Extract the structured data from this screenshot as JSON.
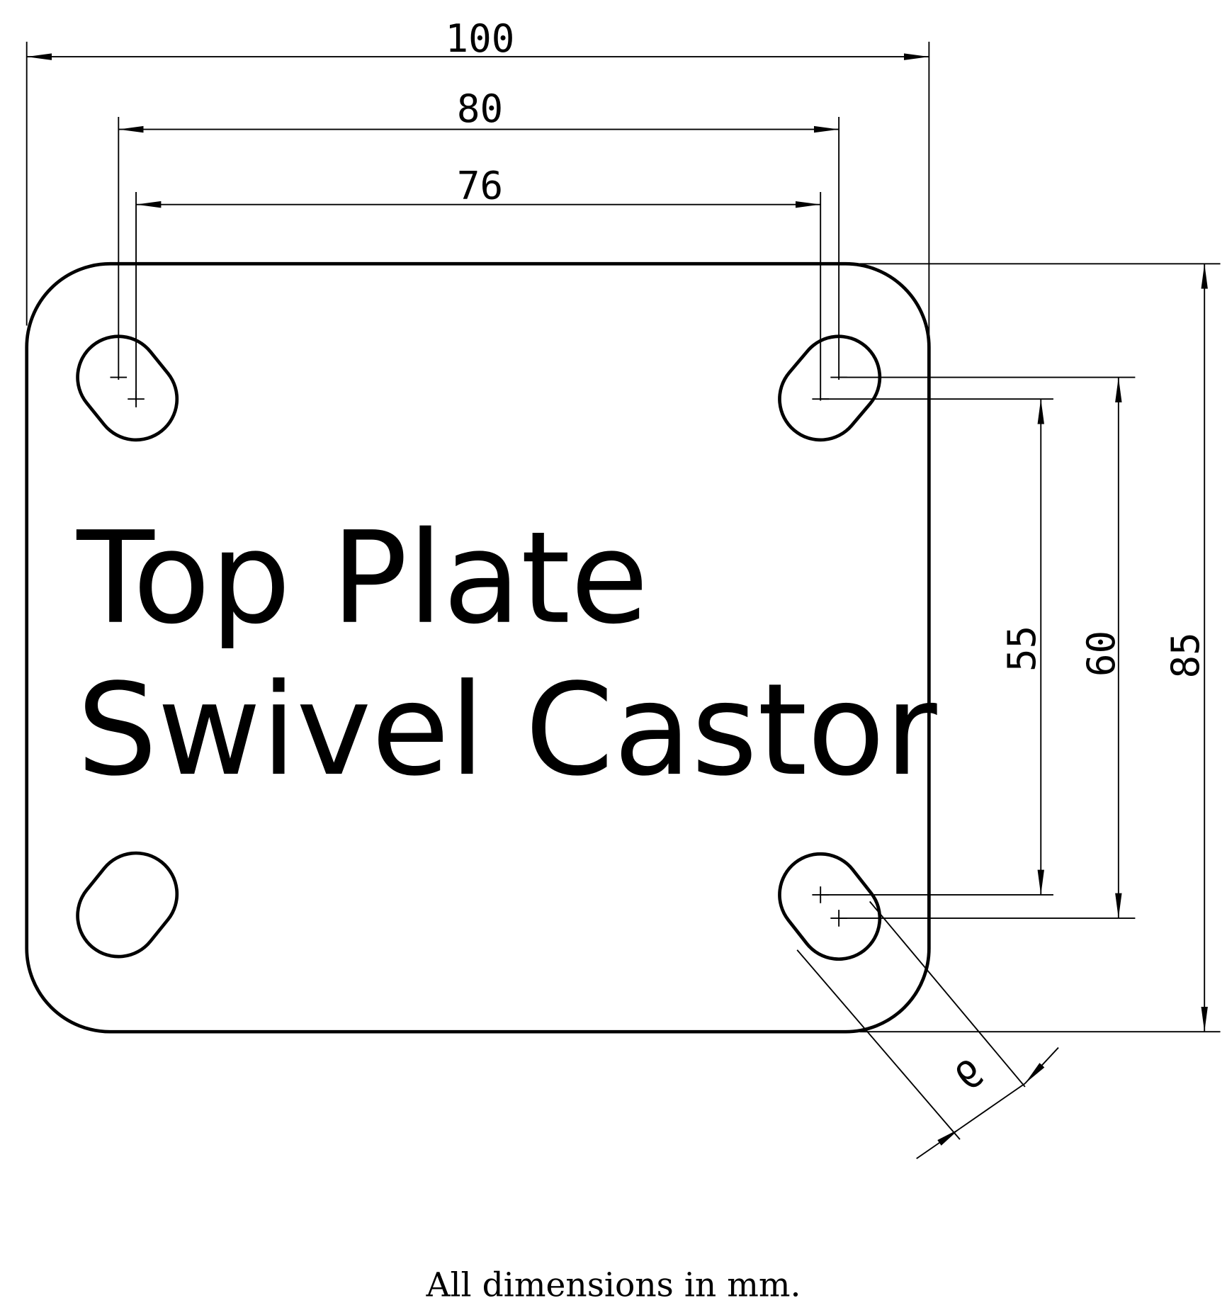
{
  "title": {
    "line1": "Top Plate",
    "line2": "Swivel Castor"
  },
  "dimensions": {
    "overall_width": "100",
    "hole_spacing_outer_x": "80",
    "hole_spacing_inner_x": "76",
    "hole_spacing_inner_y": "55",
    "hole_spacing_outer_y": "60",
    "overall_length": "85",
    "slot_width": "9"
  },
  "footer": "All dimensions in mm."
}
